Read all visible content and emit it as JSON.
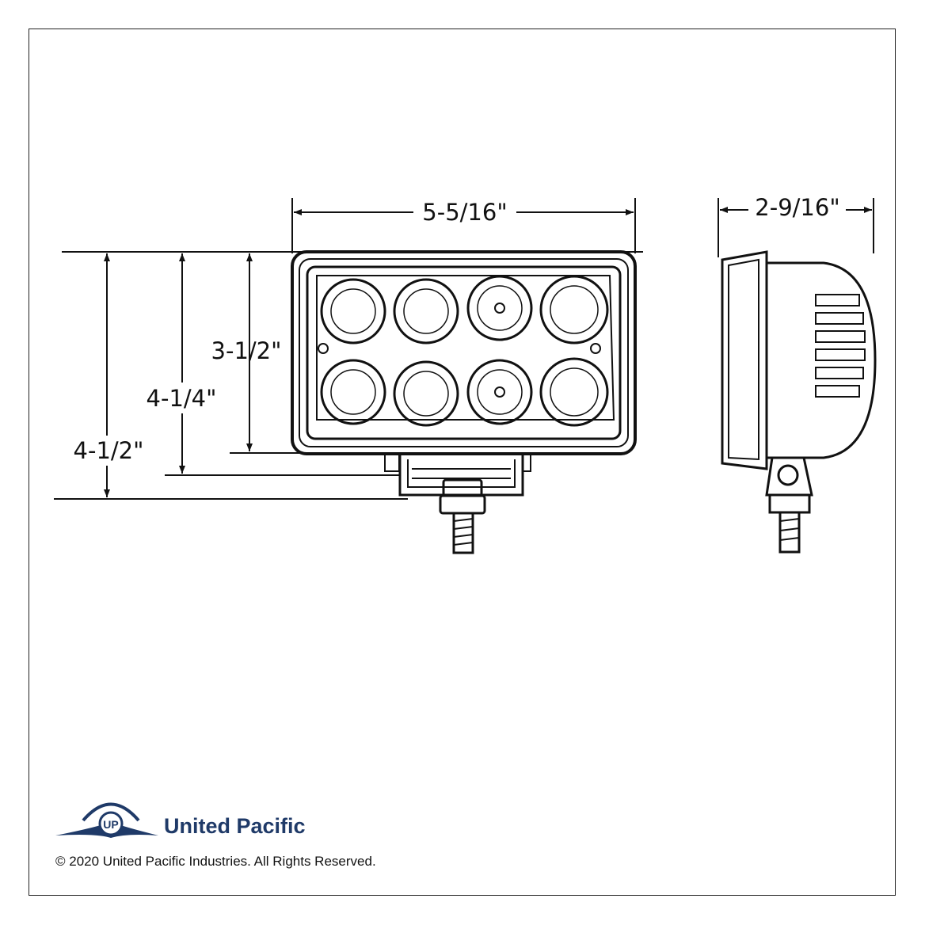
{
  "dimensions": {
    "width": "5-5/16\"",
    "depth": "2-9/16\"",
    "lens_height": "3-1/2\"",
    "housing_height": "4-1/4\"",
    "overall_height": "4-1/2\""
  },
  "brand": {
    "name": "United Pacific",
    "logo_letters": "UP",
    "color": "#1f3a68"
  },
  "copyright": "© 2020 United Pacific Industries. All Rights Reserved."
}
